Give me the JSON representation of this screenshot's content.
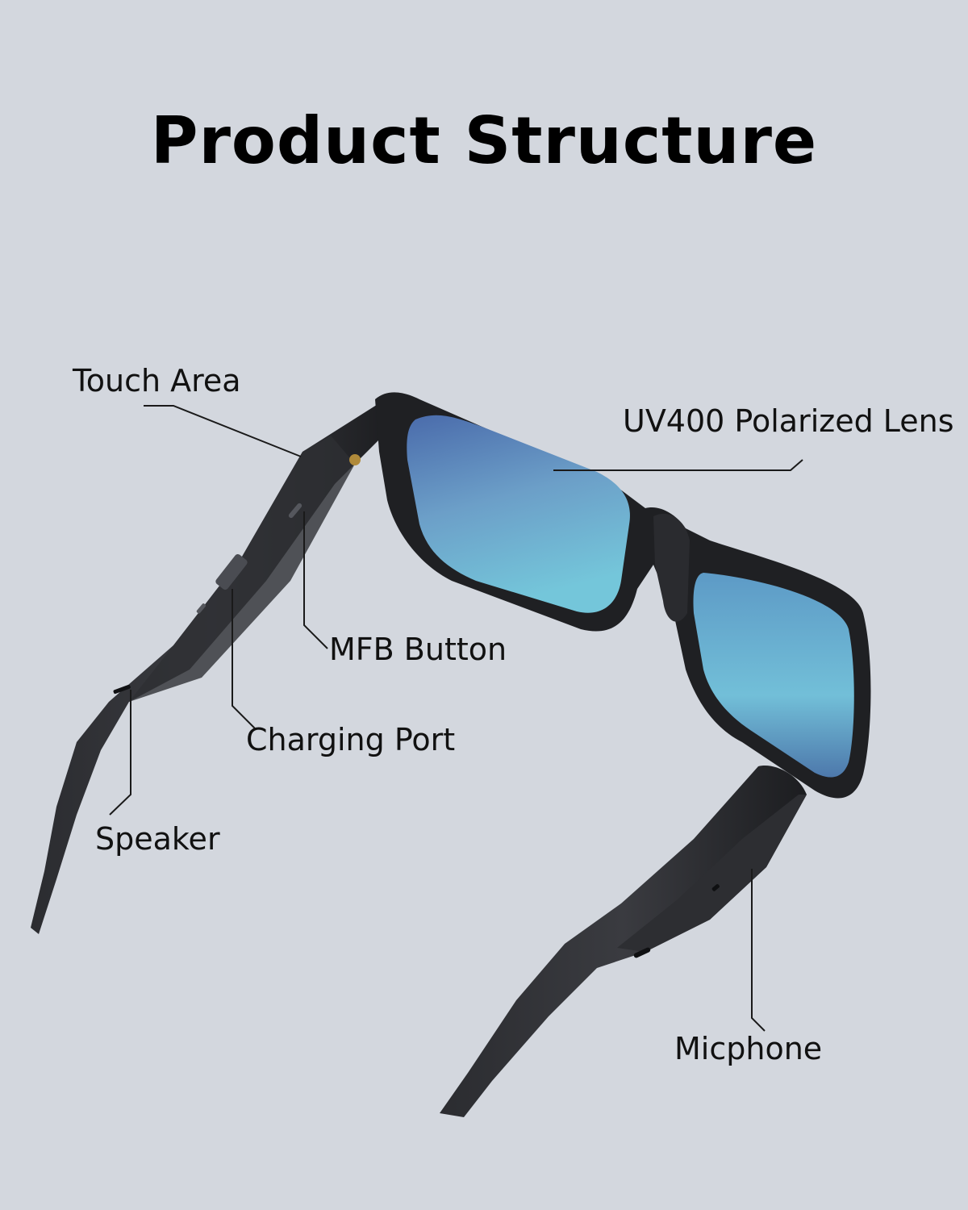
{
  "title": "Product Structure",
  "labels": {
    "touch_area": "Touch Area",
    "lens": "UV400 Polarized Lens",
    "mfb_button": "MFB Button",
    "charging_port": "Charging Port",
    "speaker": "Speaker",
    "microphone": "Micphone"
  },
  "colors": {
    "background": "#d3d7de",
    "frame": "#1e1f22",
    "lens_top": "#4a6fae",
    "lens_bottom": "#6ec7dc"
  }
}
